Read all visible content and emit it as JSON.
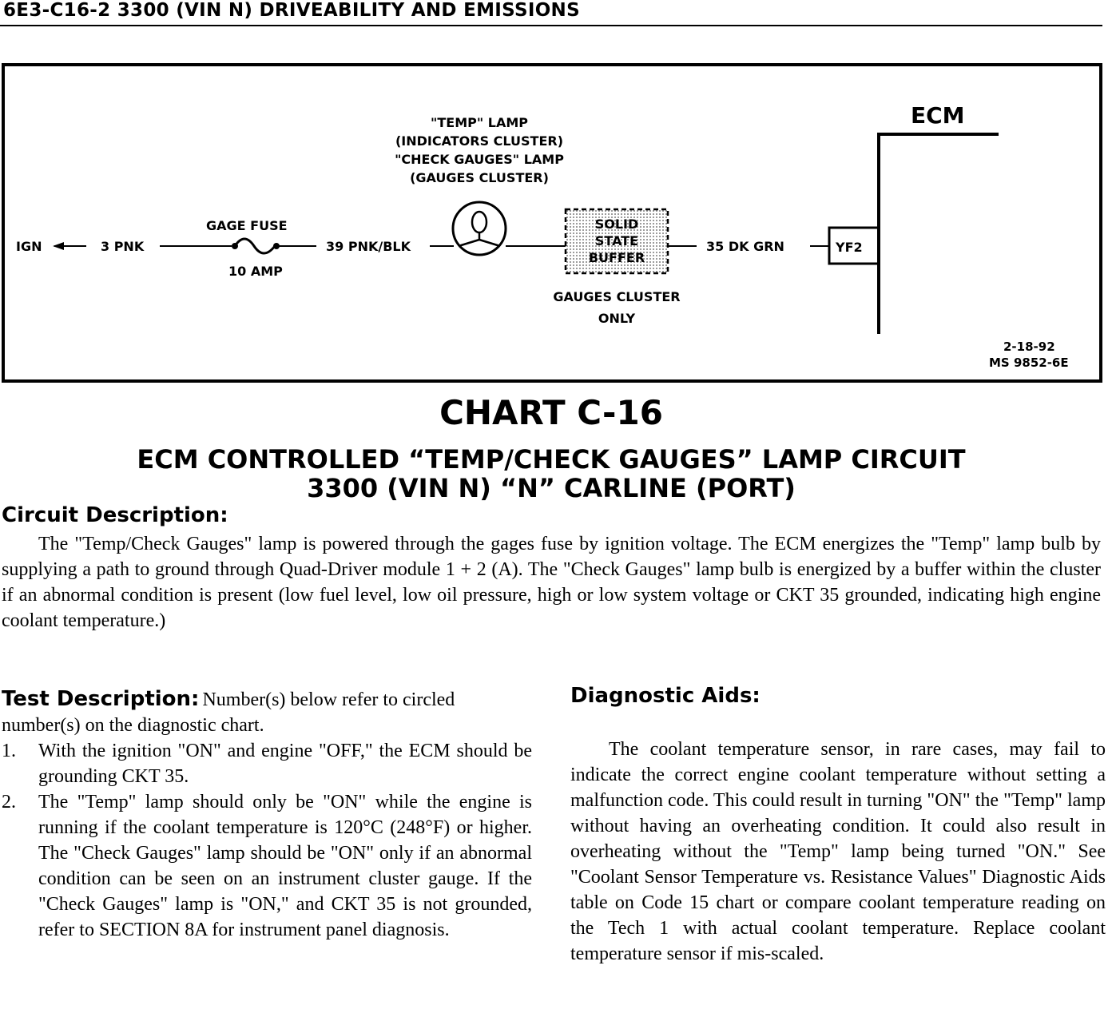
{
  "header": {
    "title": "6E3-C16-2  3300  (VIN N)  DRIVEABILITY AND EMISSIONS"
  },
  "diagram": {
    "lamp_label_lines": [
      "\"TEMP\" LAMP",
      "(INDICATORS CLUSTER)",
      "\"CHECK GAUGES\" LAMP",
      "(GAUGES CLUSTER)"
    ],
    "ign": "IGN",
    "wire_3": "3 PNK",
    "fuse_name": "GAGE FUSE",
    "fuse_rating": "10 AMP",
    "wire_39": "39 PNK/BLK",
    "buffer_lines": [
      "SOLID",
      "STATE",
      "BUFFER"
    ],
    "buffer_note_lines": [
      "GAUGES CLUSTER",
      "ONLY"
    ],
    "wire_35": "35 DK GRN",
    "terminal": "YF2",
    "ecm": "ECM",
    "date": "2-18-92",
    "ref": "MS 9852-6E"
  },
  "chart": {
    "title": "CHART C-16",
    "subtitle1": "ECM CONTROLLED “TEMP/CHECK GAUGES” LAMP CIRCUIT",
    "subtitle2": "3300  (VIN N)  “N”  CARLINE  (PORT)"
  },
  "circuit": {
    "heading": "Circuit Description:",
    "body": "The \"Temp/Check Gauges\" lamp is powered through the gages fuse by ignition voltage. The ECM energizes the \"Temp\" lamp bulb by supplying a path to ground through Quad-Driver module 1 + 2 (A). The \"Check Gauges\" lamp bulb is energized by a buffer within the cluster if an abnormal condition is present (low fuel level, low oil pressure, high or low system voltage or CKT 35 grounded, indicating high engine coolant temperature.)"
  },
  "test": {
    "heading": "Test Description:",
    "intro_a": "Number(s) below refer to circled",
    "intro_b": "number(s) on the diagnostic chart.",
    "items": [
      {
        "num": "1.",
        "text": "With the ignition \"ON\" and engine \"OFF,\" the ECM should be grounding CKT 35."
      },
      {
        "num": "2.",
        "text": "The \"Temp\" lamp should only be \"ON\" while the engine is running if the coolant temperature is 120°C (248°F) or higher. The \"Check Gauges\" lamp should be \"ON\" only if an abnormal condition can be seen on an instrument cluster gauge. If the \"Check Gauges\" lamp is \"ON,\" and CKT 35 is not grounded, refer to SECTION 8A for instrument panel diagnosis."
      }
    ]
  },
  "diagnostic": {
    "heading": "Diagnostic Aids:",
    "body": "The coolant temperature sensor, in rare cases, may fail to indicate the correct engine coolant temperature without setting a malfunction code. This could result in turning \"ON\" the \"Temp\" lamp without having an overheating condition. It could also result in overheating without the \"Temp\" lamp being turned \"ON.\" See \"Coolant Sensor Temperature vs. Resistance Values\" Diagnostic Aids table on Code 15 chart or compare coolant temperature reading on the Tech 1 with actual coolant temperature. Replace coolant temperature sensor if mis-scaled."
  }
}
